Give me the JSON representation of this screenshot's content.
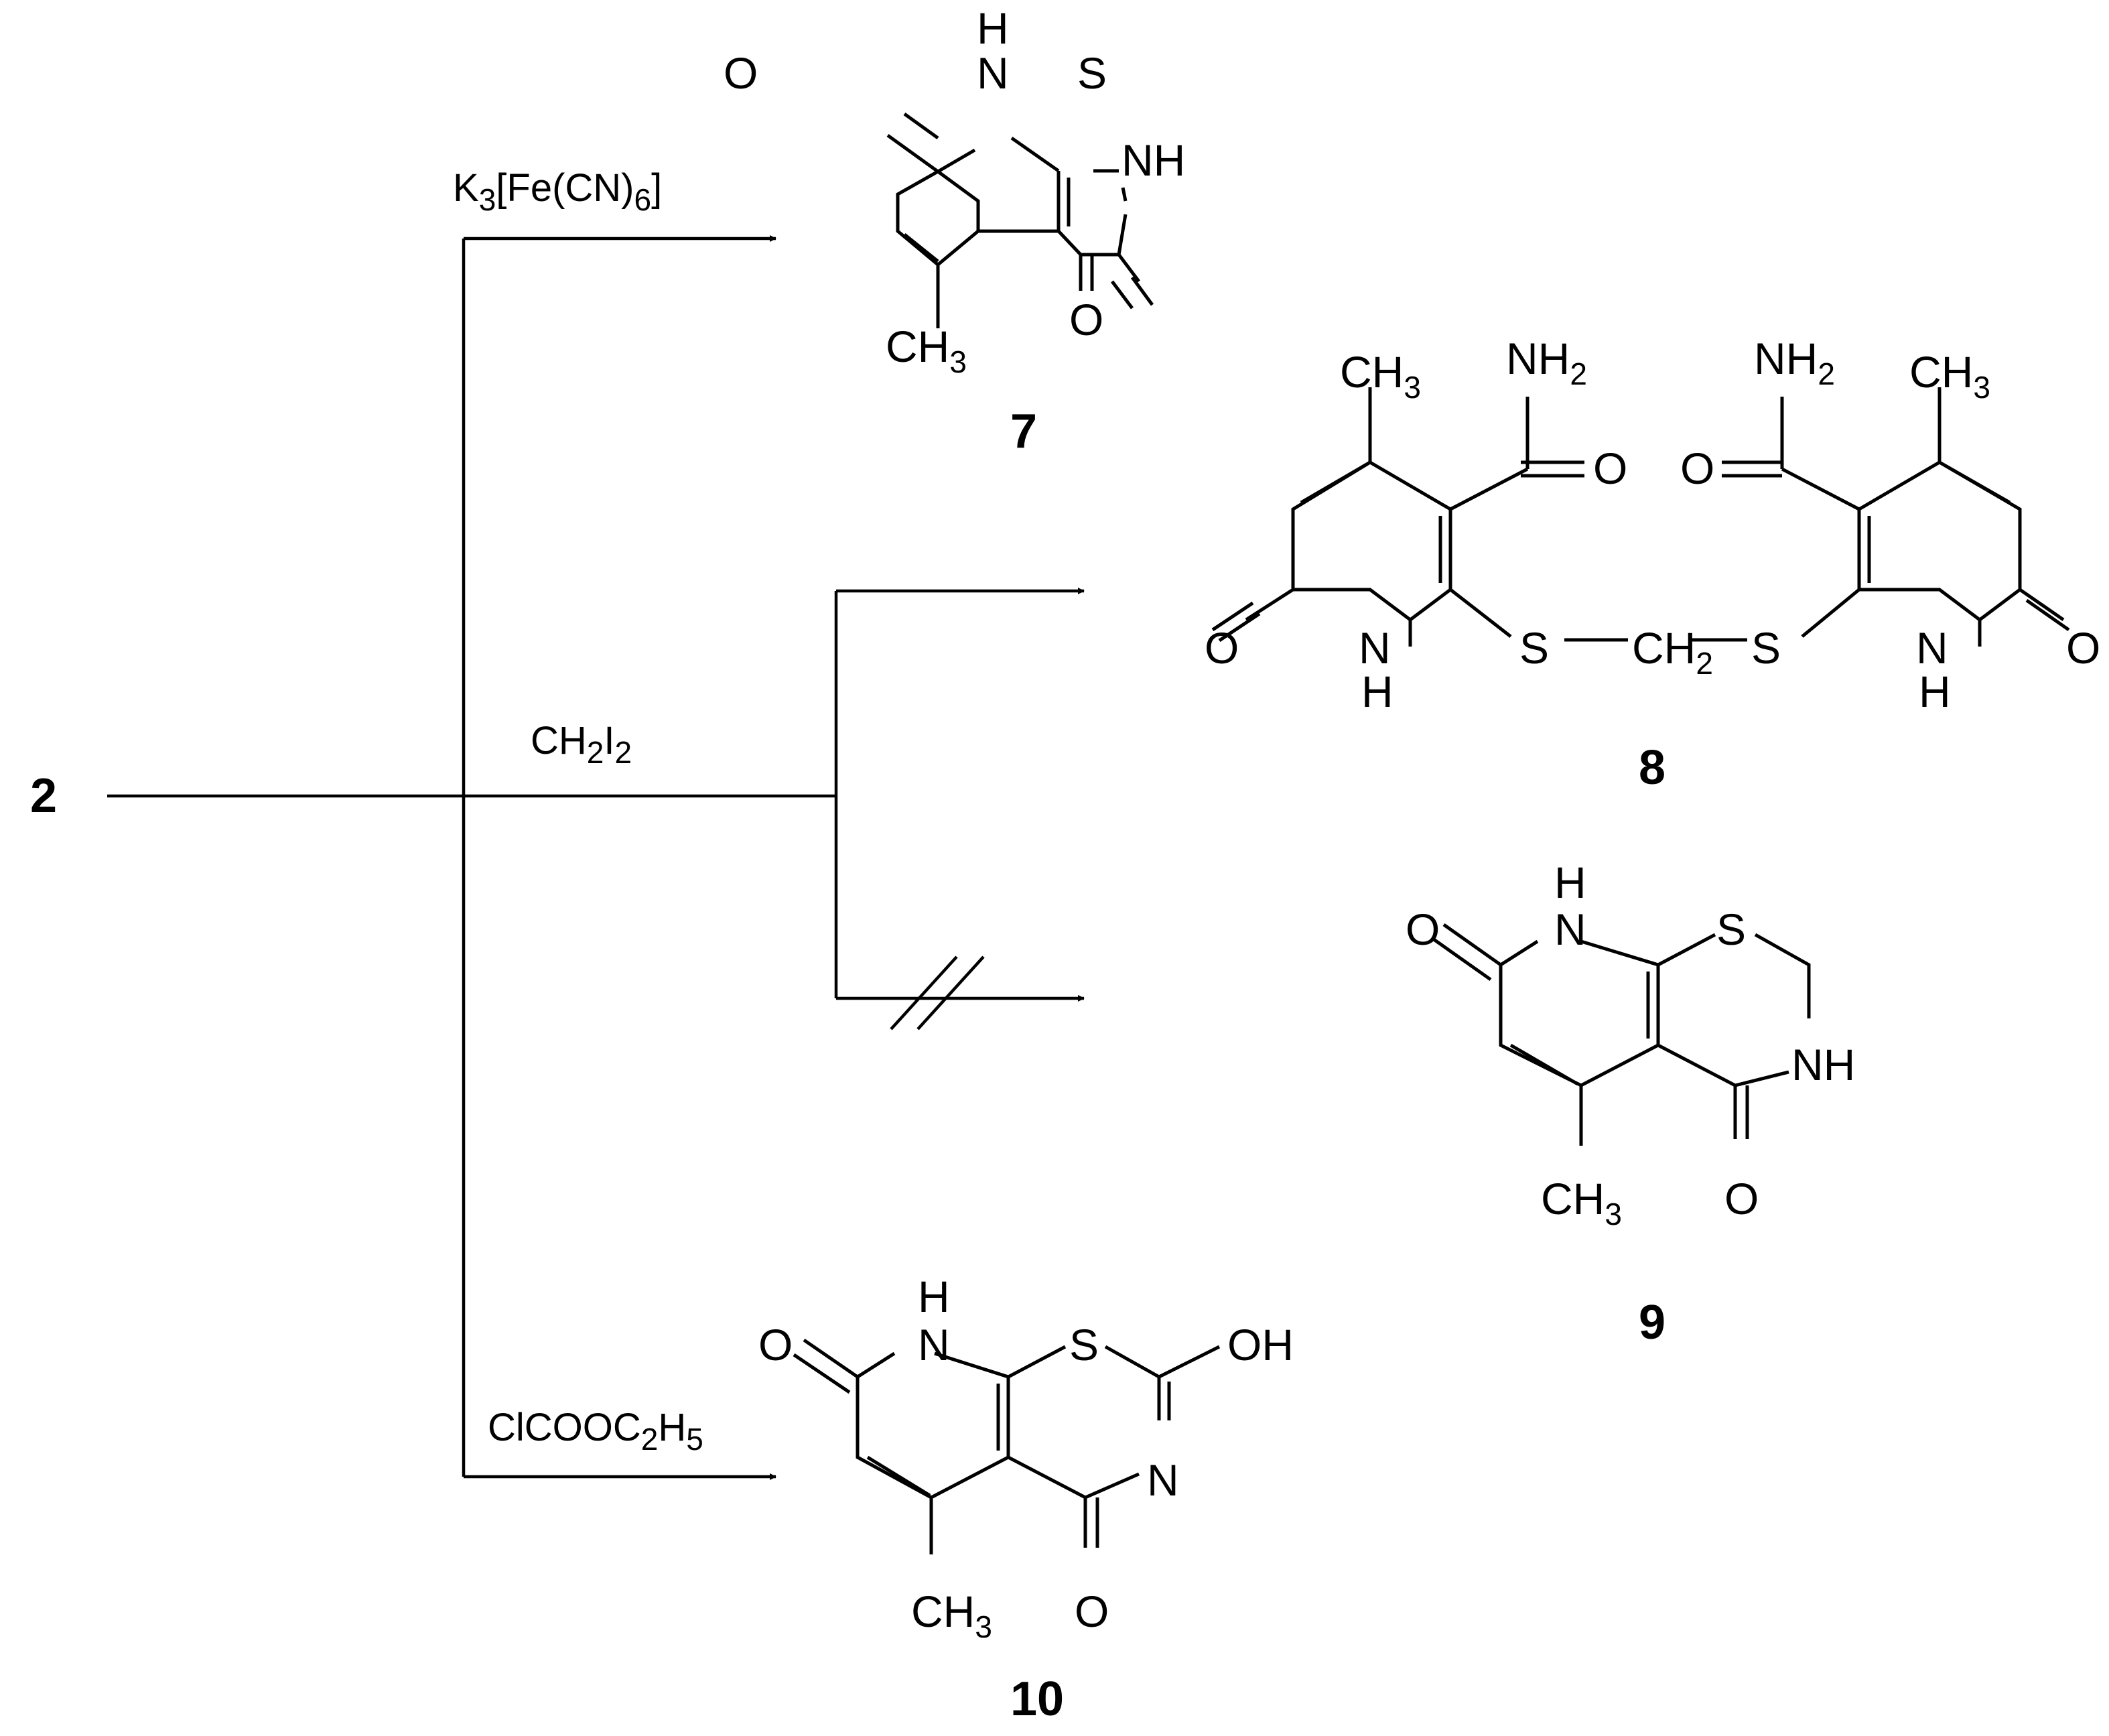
{
  "starting_material": "2",
  "reagents": {
    "r7": {
      "pre": "K",
      "s1": "3",
      "mid": "[Fe(CN)",
      "s2": "6",
      "post": "]"
    },
    "r8": {
      "pre": "CH",
      "s1": "2",
      "mid": "I",
      "s2": "2"
    },
    "r10": {
      "pre": "ClCOOC",
      "s1": "2",
      "mid": "H",
      "s2": "5"
    }
  },
  "compounds": {
    "c7": "7",
    "c8": "8",
    "c9": "9",
    "c10": "10"
  },
  "atoms": {
    "H": "H",
    "O": "O",
    "S": "S",
    "N": "N",
    "NH": "NH",
    "OH": "OH",
    "CH": "CH",
    "NH2": "NH",
    "two": "2",
    "three": "3"
  },
  "arrow_blocked": true
}
